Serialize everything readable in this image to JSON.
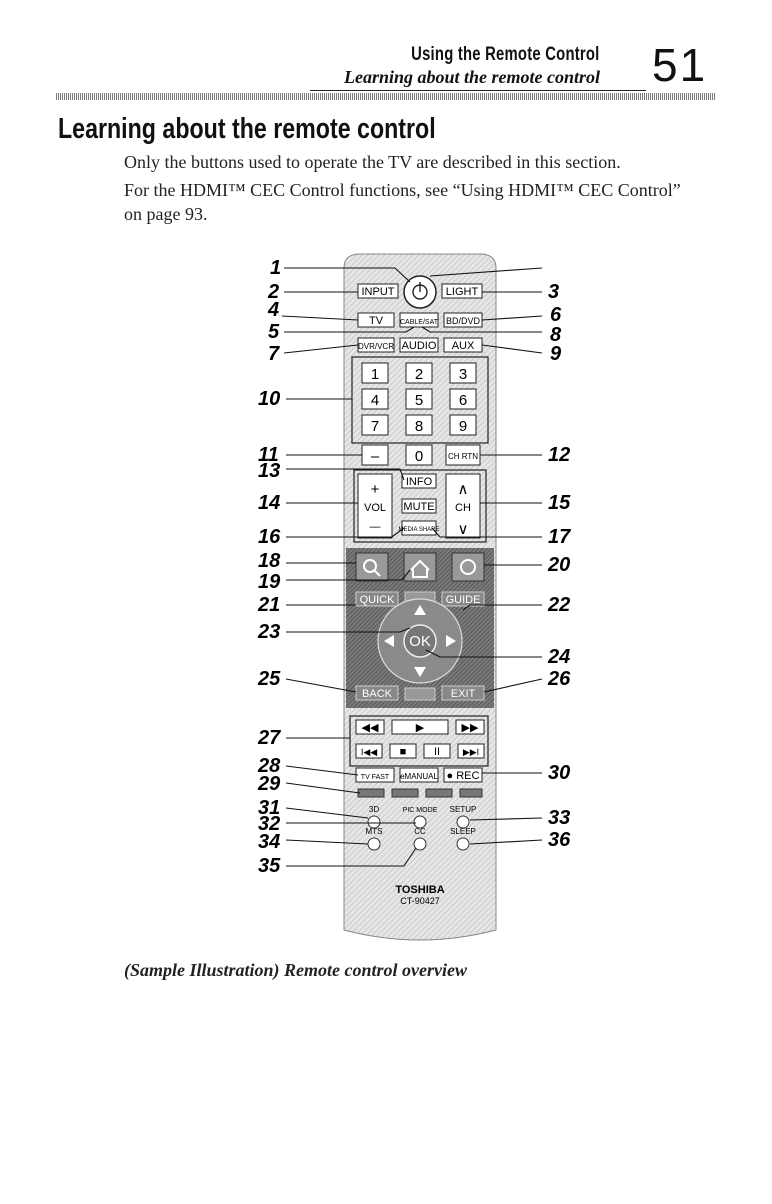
{
  "header": {
    "title": "Using the Remote Control",
    "subtitle": "Learning about the remote control",
    "page_number": "51"
  },
  "main": {
    "heading": "Learning about the remote control",
    "paragraph1": "Only the buttons used to operate the TV are described in this section.",
    "paragraph2": "For the HDMI™ CEC Control functions, see “Using HDMI™ CEC Control” on page 93.",
    "caption": "(Sample Illustration) Remote control overview"
  },
  "remote": {
    "buttons": {
      "input": "INPUT",
      "light": "LIGHT",
      "tv": "TV",
      "cable_sat": "CABLE/SAT",
      "bd_dvd": "BD/DVD",
      "dvr_vcr": "DVR/VCR",
      "audio": "AUDIO",
      "aux": "AUX",
      "n1": "1",
      "n2": "2",
      "n3": "3",
      "n4": "4",
      "n5": "5",
      "n6": "6",
      "n7": "7",
      "n8": "8",
      "n9": "9",
      "dash": "–",
      "n0": "0",
      "ch_rtn": "CH RTN",
      "plus": "+",
      "vol": "VOL",
      "minus": "—",
      "info": "INFO",
      "mute": "MUTE",
      "media_share": "MEDIA SHARE",
      "ch": "CH",
      "ch_up": "∧",
      "ch_down": "∨",
      "quick": "QUICK",
      "guide": "GUIDE",
      "ok": "OK",
      "back": "BACK",
      "exit": "EXIT",
      "rew": "◀◀",
      "play": "▶",
      "ff": "▶▶",
      "skip_back": "I◀◀",
      "stop": "■",
      "pause": "II",
      "skip_fwd": "▶▶I",
      "tv_fast": "TV FAST",
      "emanual": "eMANUAL",
      "rec": "● REC",
      "3d": "3D",
      "pic_mode": "PIC MODE",
      "setup": "SETUP",
      "mts": "MTS",
      "cc": "CC",
      "sleep": "SLEEP",
      "brand": "TOSHIBA",
      "model": "CT-90427"
    },
    "callouts": [
      "1",
      "2",
      "3",
      "4",
      "5",
      "6",
      "7",
      "8",
      "9",
      "10",
      "11",
      "12",
      "13",
      "14",
      "15",
      "16",
      "17",
      "18",
      "19",
      "20",
      "21",
      "22",
      "23",
      "24",
      "25",
      "26",
      "27",
      "28",
      "29",
      "30",
      "31",
      "32",
      "33",
      "34",
      "35",
      "36"
    ]
  }
}
